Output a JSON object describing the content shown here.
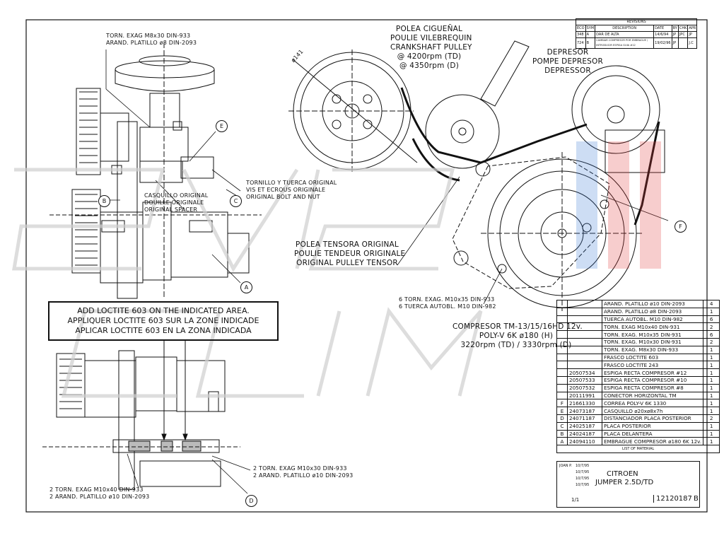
{
  "labels": {
    "tornillo_top1": "TORN. EXAG M8x30 DIN-933",
    "tornillo_top2": "ARAND. PLATILLO ø8 DIN-2093",
    "crank1": "POLEA CIGUEÑAL",
    "crank2": "POULIE VILEBREQUIN",
    "crank3": "CRANKSHAFT PULLEY",
    "crank4": "@ 4200rpm (TD)",
    "crank5": "@ 4350rpm (D)",
    "dep1": "DEPRESOR",
    "dep2": "POMPE DEPRESOR",
    "dep3": "DEPRESSOR",
    "bolt1": "TORNILLO Y TUERCA ORIGINAL",
    "bolt2": "VIS ET ECROUS ORIGINALE",
    "bolt3": "ORIGINAL BOLT AND NUT",
    "spacer1": "CASQUILLO ORIGINAL",
    "spacer2": "DOUILLE ORIGINALE",
    "spacer3": "ORIGINAL SPACER",
    "tensor1": "POLEA TENSORA ORIGINAL",
    "tensor2": "POULIE TENDEUR ORIGINALE",
    "tensor3": "ORIGINAL PULLEY TENSOR",
    "six1": "6 TORN. EXAG. M10x35 DIN-933",
    "six2": "6 TUERCA AUTOBL. M10 DIN-982",
    "comp1": "COMPRESOR TM-13/15/16HD 12v.",
    "comp2": "POLY-V 6K ø180 (H)",
    "comp3": "3220rpm (TD) / 3330rpm (D)",
    "two1": "2 TORN. EXAG M10x30 DIN-933",
    "two2": "2 ARAND. PLATILLO ø10 DIN-2093",
    "three1": "2 TORN. EXAG M10x40 DIN-933",
    "three2": "2 ARAND. PLATILLO ø10 DIN-2093",
    "dia": "ø141"
  },
  "loctite": [
    "ADD LOCTITE 603 ON THE INDICATED AREA.",
    "APPLIQUER LOCTITE 603 SUR LA ZONE INDICADE",
    "APLICAR LOCTITE 603 EN LA ZONA INDICADA"
  ],
  "callouts": {
    "a": "A",
    "b": "B",
    "c": "C",
    "d": "D",
    "e": "E",
    "f": "F"
  },
  "bom": [
    {
      "f": "",
      "code": "",
      "desc": "ARAND. PLATILLO ø10 DIN-2093",
      "qty": "4"
    },
    {
      "f": "",
      "code": "",
      "desc": "ARAND. PLATILLO ø8 DIN-2093",
      "qty": "1"
    },
    {
      "f": "",
      "code": "",
      "desc": "TUERCA AUTOBL. M10 DIN-982",
      "qty": "6"
    },
    {
      "f": "",
      "code": "",
      "desc": "TORN. EXAG M10x40 DIN-931",
      "qty": "2"
    },
    {
      "f": "",
      "code": "",
      "desc": "TORN. EXAG. M10x35 DIN-931",
      "qty": "6"
    },
    {
      "f": "",
      "code": "",
      "desc": "TORN. EXAG. M10x30 DIN-931",
      "qty": "2"
    },
    {
      "f": "",
      "code": "",
      "desc": "TORN. EXAG. M8x30 DIN-933",
      "qty": "1"
    },
    {
      "f": "",
      "code": "",
      "desc": "FRASCO LOCTITE 603",
      "qty": "1"
    },
    {
      "f": "",
      "code": "",
      "desc": "FRASCO LOCTITE 243",
      "qty": "1"
    },
    {
      "f": "",
      "code": "20507534",
      "desc": "ESPIGA RECTA COMPRESOR #12",
      "qty": "1"
    },
    {
      "f": "",
      "code": "20507533",
      "desc": "ESPIGA RECTA COMPRESOR #10",
      "qty": "1"
    },
    {
      "f": "",
      "code": "20507532",
      "desc": "ESPIGA RECTA COMPRESOR #8",
      "qty": "1"
    },
    {
      "f": "",
      "code": "20111991",
      "desc": "CONECTOR HORIZONTAL TM",
      "qty": "1"
    },
    {
      "f": "F",
      "code": "21661330",
      "desc": "CORREA POLY-V 6K 1330",
      "qty": "1"
    },
    {
      "f": "E",
      "code": "24073187",
      "desc": "CASQUILLO ø20xø8x7h",
      "qty": "1"
    },
    {
      "f": "D",
      "code": "24071187",
      "desc": "DISTANCIADOR PLACA POSTERIOR",
      "qty": "2"
    },
    {
      "f": "C",
      "code": "24025187",
      "desc": "PLACA POSTERIOR",
      "qty": "1"
    },
    {
      "f": "B",
      "code": "24024187",
      "desc": "PLACA DELANTERA",
      "qty": "1"
    },
    {
      "f": "A",
      "code": "24094110",
      "desc": "EMBRAGUE COMPRESOR ø180 6K 12v.",
      "qty": "1"
    }
  ],
  "bom_footer": "LIST OF MATERIAL",
  "revisions": {
    "title": "REVISIONS",
    "headers": [
      "ECO",
      "SYM",
      "DESCRIPTION",
      "DATE",
      "BY",
      "CHK",
      "APR"
    ],
    "rows": [
      [
        "348",
        "A",
        "DAR DE ALTA",
        "14/6/94",
        "JP",
        "JPC",
        "JP"
      ],
      [
        "724",
        "B",
        "CAMBIAR COMPRESOR POR EMBRAGUE / INTRODUCIR ESPIGA GUIA #12",
        "19/02/96",
        "JP",
        "",
        "J.C"
      ]
    ]
  },
  "titleblock": {
    "drawn": "JOAN P.",
    "d1": "10/7/95",
    "d2": "10/7/95",
    "d3": "10/7/95",
    "d4": "10/7/95",
    "scale": "1/1",
    "make": "CITROEN",
    "model": "JUMPER 2.5D/TD",
    "number": "12120187",
    "rev": "B"
  }
}
